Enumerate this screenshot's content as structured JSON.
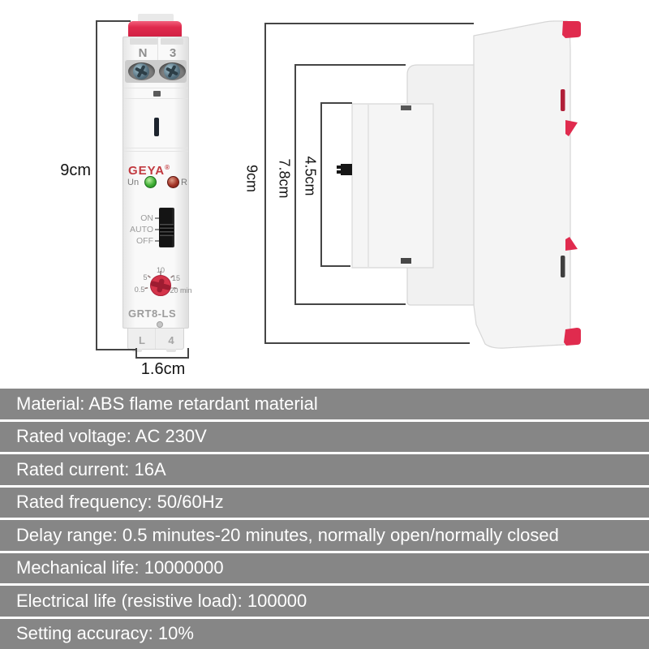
{
  "front_view": {
    "brand": "GEYA",
    "brand_mark": "®",
    "model": "GRT8-LS",
    "terminals_top": [
      "N",
      "3"
    ],
    "terminals_bottom": [
      "L",
      "4"
    ],
    "led_labels": [
      "Un",
      "R"
    ],
    "switch_labels": [
      "ON",
      "AUTO",
      "OFF"
    ],
    "dial_labels": [
      "0.5",
      "5",
      "10",
      "15",
      "20 min"
    ]
  },
  "dimensions": {
    "front_height": "9cm",
    "front_width": "1.6cm",
    "side_height": "9cm",
    "side_depth_total": "7.8cm",
    "side_depth_front": "4.5cm"
  },
  "specifications": [
    "Material: ABS flame retardant material",
    "Rated voltage: AC 230V",
    "Rated current: 16A",
    "Rated frequency: 50/60Hz",
    "Delay range: 0.5 minutes-20 minutes, normally open/normally closed",
    "Mechanical life: 10000000",
    "Electrical life (resistive load): 100000",
    "Setting accuracy: 10%"
  ],
  "colors": {
    "accent_red": "#e02b4e",
    "logo_red": "#c23a40",
    "led_green": "#3fae35",
    "led_red": "#a23326",
    "table_row_gray": "#868686",
    "dimension_line": "#454545"
  }
}
